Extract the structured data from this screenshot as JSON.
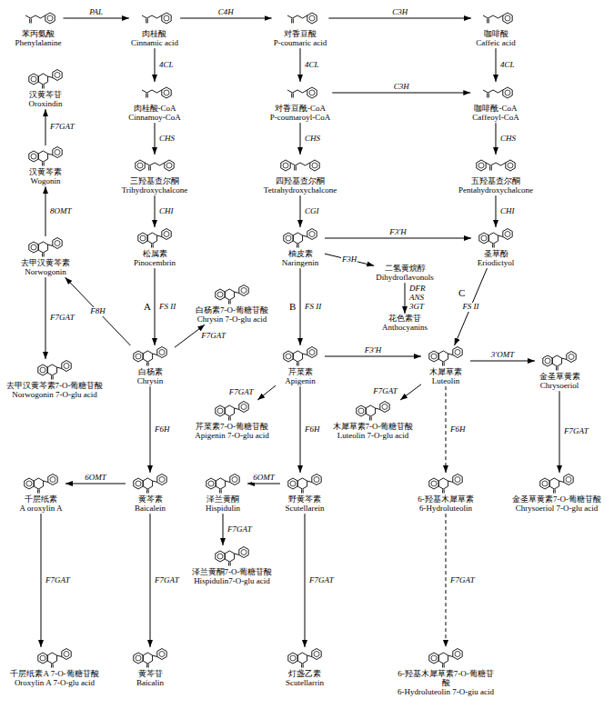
{
  "diagram": {
    "nodes": [
      {
        "text": [
          "苯丙氨酸",
          "Phenylalanine"
        ]
      },
      {
        "text": [
          "肉桂酸",
          "Cinnamic acid"
        ]
      },
      {
        "text": [
          "对香豆酸",
          "P-coumaric acid"
        ]
      },
      {
        "text": [
          "咖啡酸",
          "Caffeic acid"
        ]
      },
      {
        "text": [
          "肉桂酸-CoA",
          "Cinnamoy-CoA"
        ]
      },
      {
        "text": [
          "对香豆酰-CoA",
          "P-coumaroyl-CoA"
        ]
      },
      {
        "text": [
          "咖啡酰-CoA",
          "Caffeoyl-CoA"
        ]
      },
      {
        "text": [
          "三羟基查尔酮",
          "Trihydroxychalcone"
        ]
      },
      {
        "text": [
          "四羟基查尔酮",
          "Tetrahydroxychalcone"
        ]
      },
      {
        "text": [
          "五羟基查尔酮",
          "Pentahydroxychalcone"
        ]
      },
      {
        "text": [
          "松属素",
          "Pinocembrin"
        ]
      },
      {
        "text": [
          "柚皮素",
          "Naringenin"
        ]
      },
      {
        "text": [
          "二氢黄烷醇",
          "Dihydroflavonols"
        ]
      },
      {
        "text": [
          "圣草酚",
          "Eriodictyol"
        ]
      },
      {
        "text": [
          "花色素苷",
          "Anthocyanins"
        ]
      },
      {
        "text": [
          "汉黄芩苷",
          "Oroxindin"
        ]
      },
      {
        "text": [
          "汉黄芩素",
          "Wogonin"
        ]
      },
      {
        "text": [
          "去甲汉黄芩素",
          "Norwogonin"
        ]
      },
      {
        "text": [
          "白杨素7-O-葡糖苷酸",
          "Chrysin 7-O-glu acid"
        ]
      },
      {
        "text": [
          "白杨素",
          "Chrysin"
        ]
      },
      {
        "text": [
          "去甲汉黄芩素7-O-葡糖苷酸",
          "Norwogonin 7-O-glu acid"
        ]
      },
      {
        "text": [
          "芹菜素",
          "Apigenin"
        ]
      },
      {
        "text": [
          "木犀草素",
          "Luteolin"
        ]
      },
      {
        "text": [
          "金圣草黄素",
          "Chrysoeriol"
        ]
      },
      {
        "text": [
          "芹菜素7-O-葡糖苷酸",
          "Apigenin 7-O-glu acid"
        ]
      },
      {
        "text": [
          "木犀草素7-O-葡糖苷酸",
          "Luteolin 7-O-glu acid"
        ]
      },
      {
        "text": [
          "千层纸素",
          "A oroxylin A"
        ]
      },
      {
        "text": [
          "黄芩素",
          "Baicalein"
        ]
      },
      {
        "text": [
          "泽兰黄酮",
          "Hispidulin"
        ]
      },
      {
        "text": [
          "野黄芩素",
          "Scutellarein"
        ]
      },
      {
        "text": [
          "6-羟基木犀草素",
          "6-Hydroluteolin"
        ]
      },
      {
        "text": [
          "金圣草黄素7-O-葡糖苷酸",
          "Chrysoeriol 7-O-glu acid"
        ]
      },
      {
        "text": [
          "泽兰黄酮7-O-葡糖苷酸",
          "Hispidulin7-O-glu acid"
        ]
      },
      {
        "text": [
          "千层纸素A 7-O-葡糖苷酸",
          "Oroxylin A 7-O-glu acid"
        ]
      },
      {
        "text": [
          "黄芩苷",
          "Baicalin"
        ]
      },
      {
        "text": [
          "灯盏乙素",
          "Scutellarrin"
        ]
      },
      {
        "text": [
          "6-羟基木犀草素7-O-葡糖苷酸",
          "6-Hydroluteolin 7-O-giu acid"
        ]
      }
    ],
    "edges": [
      {
        "from": 0,
        "to": 1,
        "label": "PAL",
        "arrow": "to"
      },
      {
        "from": 1,
        "to": 2,
        "label": "C4H",
        "arrow": "to"
      },
      {
        "from": 2,
        "to": 3,
        "label": "C3H",
        "arrow": "to"
      },
      {
        "from": 1,
        "to": 4,
        "label": "4CL",
        "arrow": "to"
      },
      {
        "from": 2,
        "to": 5,
        "label": "4CL",
        "arrow": "to"
      },
      {
        "from": 5,
        "to": 6,
        "label": "C3H",
        "arrow": "to"
      },
      {
        "from": 3,
        "to": 6,
        "label": "4CL",
        "arrow": "to"
      },
      {
        "from": 4,
        "to": 7,
        "label": "CHS",
        "arrow": "to"
      },
      {
        "from": 5,
        "to": 8,
        "label": "CHS",
        "arrow": "to"
      },
      {
        "from": 6,
        "to": 9,
        "label": "CHS",
        "arrow": "to"
      },
      {
        "from": 7,
        "to": 10,
        "label": "CHI",
        "arrow": "to"
      },
      {
        "from": 8,
        "to": 11,
        "label": "CGI",
        "arrow": "to"
      },
      {
        "from": 9,
        "to": 13,
        "label": "CHI",
        "arrow": "to"
      },
      {
        "from": 11,
        "to": 13,
        "label": "F3'H",
        "arrow": "to"
      },
      {
        "from": 11,
        "to": 12,
        "label": "F3H",
        "arrow": "to"
      },
      {
        "from": 12,
        "to": 14,
        "label": "DFR ANS 3GT",
        "arrow": "to"
      },
      {
        "from": 10,
        "to": 19,
        "label": "FS II",
        "arrow": "to"
      },
      {
        "from": 19,
        "to": 18,
        "label": "F7GAT",
        "arrow": "to"
      },
      {
        "from": 19,
        "to": 17,
        "label": "F8H",
        "arrow": "to"
      },
      {
        "from": 17,
        "to": 16,
        "label": "8OMT",
        "arrow": "to"
      },
      {
        "from": 16,
        "to": 15,
        "label": "F7GAT",
        "arrow": "to"
      },
      {
        "from": 17,
        "to": 20,
        "label": "F7GAT",
        "arrow": "to"
      },
      {
        "from": 19,
        "to": 27,
        "label": "F6H",
        "arrow": "to"
      },
      {
        "from": 27,
        "to": 26,
        "label": "6OMT",
        "arrow": "to"
      },
      {
        "from": 26,
        "to": 33,
        "label": "F7GAT",
        "arrow": "to"
      },
      {
        "from": 27,
        "to": 34,
        "label": "F7GAT",
        "arrow": "to"
      },
      {
        "from": 11,
        "to": 21,
        "label": "FS II",
        "arrow": "to"
      },
      {
        "from": 21,
        "to": 22,
        "label": "F3'H",
        "arrow": "to"
      },
      {
        "from": 21,
        "to": 24,
        "label": "F7GAT",
        "arrow": "to"
      },
      {
        "from": 21,
        "to": 29,
        "label": "F6H",
        "arrow": "to"
      },
      {
        "from": 29,
        "to": 28,
        "label": "6OMT",
        "arrow": "to"
      },
      {
        "from": 28,
        "to": 32,
        "label": "F7GAT",
        "arrow": "to"
      },
      {
        "from": 29,
        "to": 35,
        "label": "F7GAT",
        "arrow": "to"
      },
      {
        "from": 13,
        "to": 22,
        "label": "FS II",
        "arrow": "to"
      },
      {
        "from": 22,
        "to": 25,
        "label": "F7GAT",
        "arrow": "to"
      },
      {
        "from": 22,
        "to": 23,
        "label": "3'OMT",
        "arrow": "to"
      },
      {
        "from": 22,
        "to": 30,
        "label": "F6H",
        "arrow": "to"
      },
      {
        "from": 23,
        "to": 31,
        "label": "F7GAT",
        "arrow": "to"
      },
      {
        "from": 30,
        "to": 36,
        "label": "F7GAT",
        "arrow": "to"
      }
    ],
    "labels": [
      "A",
      "B",
      "C"
    ]
  }
}
